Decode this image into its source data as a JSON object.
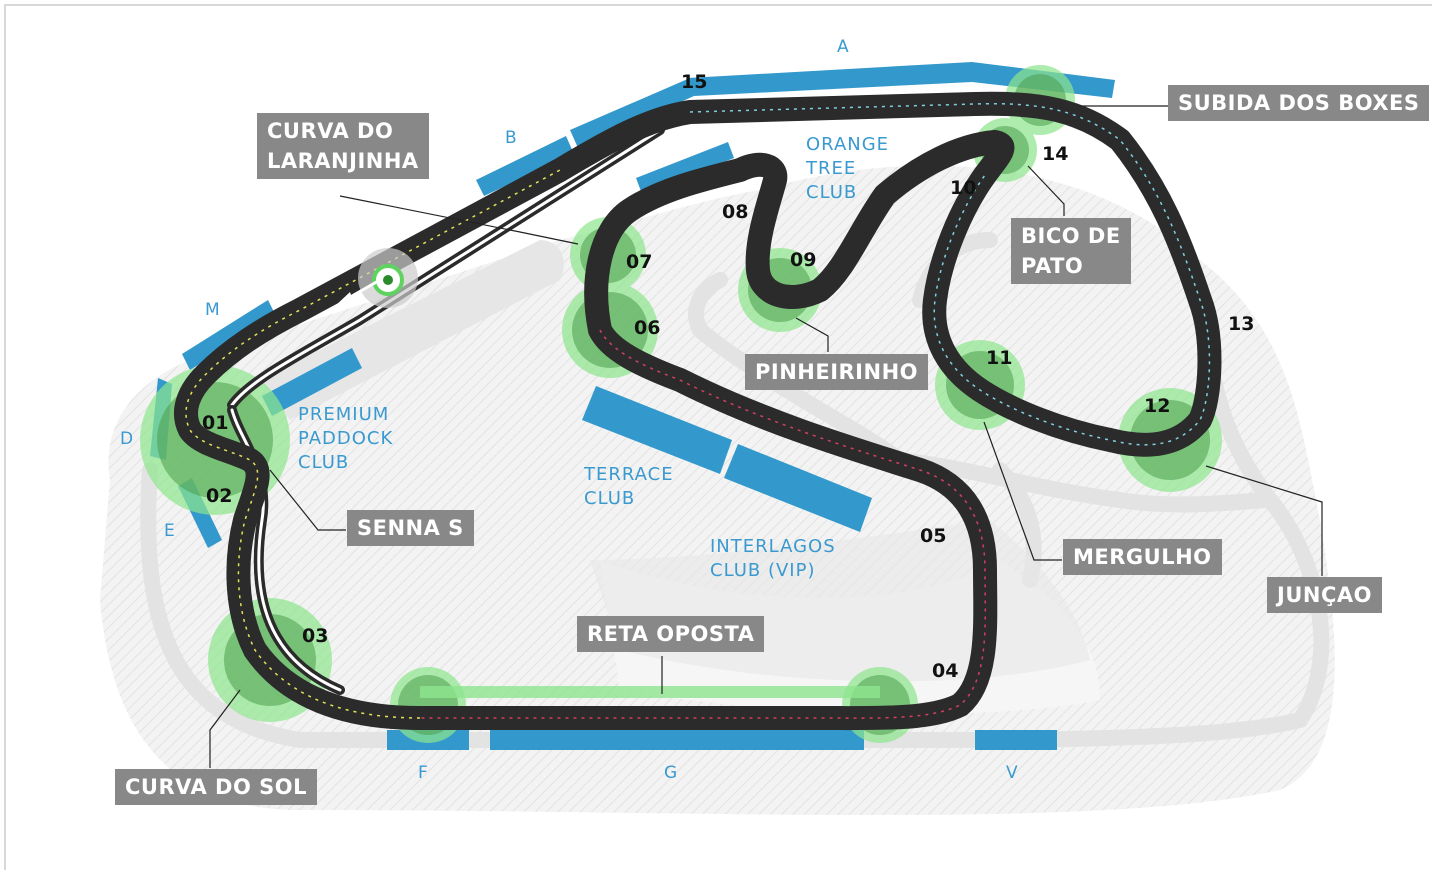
{
  "corner_labels": {
    "curva_do_laranjinha": [
      "CURVA DO",
      "LARANJINHA"
    ],
    "subida_dos_boxes": "SUBIDA DOS BOXES",
    "bico_de_pato": [
      "BICO DE",
      "PATO"
    ],
    "pinheirinho": "PINHEIRINHO",
    "senna_s": "SENNA S",
    "mergulho": "MERGULHO",
    "juncao": "JUNÇAO",
    "reta_oposta": "RETA OPOSTA",
    "curva_do_sol": "CURVA DO SOL"
  },
  "turns": [
    "01",
    "02",
    "03",
    "04",
    "05",
    "06",
    "07",
    "08",
    "09",
    "10",
    "11",
    "12",
    "13",
    "14",
    "15"
  ],
  "stands": {
    "letters": {
      "A": "A",
      "B": "B",
      "M": "M",
      "D": "D",
      "E": "E",
      "F": "F",
      "G": "G",
      "V": "V"
    },
    "orange_tree": [
      "ORANGE",
      "TREE",
      "CLUB"
    ],
    "premium_paddock": [
      "PREMIUM",
      "PADDOCK",
      "CLUB"
    ],
    "terrace": [
      "TERRACE",
      "CLUB"
    ],
    "interlagos": [
      "INTERLAGOS",
      "CLUB (VIP)"
    ]
  },
  "colors": {
    "track": "#2b2b2b",
    "zone": "#5fd35f",
    "stand": "#3399cc",
    "label_bg": "#888888",
    "stand_text": "#3a9ad0"
  }
}
